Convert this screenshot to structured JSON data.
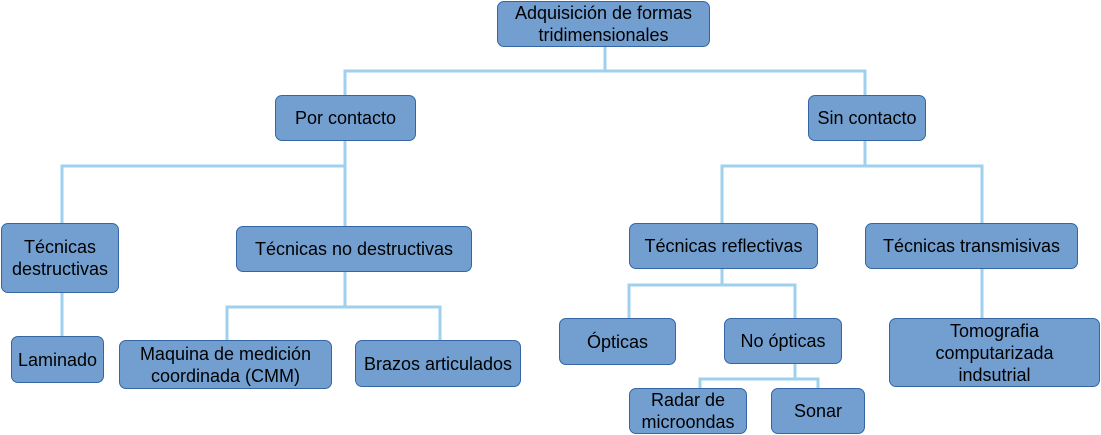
{
  "colors": {
    "node_fill": "#729fcf",
    "node_border": "#3465a4",
    "connector": "#9fd0ee",
    "text": "#000000"
  },
  "nodes": {
    "root": "Adquisición de formas\ntridimensionales",
    "por_contacto": "Por contacto",
    "sin_contacto": "Sin contacto",
    "tecnicas_destructivas": "Técnicas\ndestructivas",
    "tecnicas_no_destructivas": "Técnicas no destructivas",
    "tecnicas_reflectivas": "Técnicas reflectivas",
    "tecnicas_transmisivas": "Técnicas transmisivas",
    "laminado": "Laminado",
    "maquina_cmm": "Maquina de medición\ncoordinada (CMM)",
    "brazos_articulados": "Brazos articulados",
    "opticas": "Ópticas",
    "no_opticas": "No ópticas",
    "tomografia": "Tomografia\ncomputarizada\nindsutrial",
    "radar": "Radar de\nmicroondas",
    "sonar": "Sonar"
  }
}
